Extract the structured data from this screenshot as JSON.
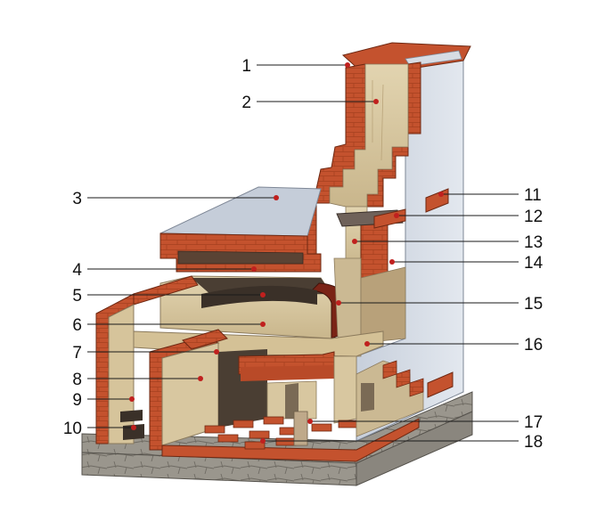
{
  "colors": {
    "brick": "#c4522e",
    "brick_dark": "#8e3018",
    "plaster": "#d6dde6",
    "plaster_shadow": "#aeb8c6",
    "interior": "#d8c7a0",
    "interior_dark": "#7a6a55",
    "soot": "#3a3028",
    "base_stone": "#9a968d",
    "marker": "#c0201e"
  },
  "labels": {
    "l1": "1",
    "l2": "2",
    "l3": "3",
    "l4": "4",
    "l5": "5",
    "l6": "6",
    "l7": "7",
    "l8": "8",
    "l9": "9",
    "l10": "10",
    "l11": "11",
    "l12": "12",
    "l13": "13",
    "l14": "14",
    "l15": "15",
    "l16": "16",
    "l17": "17",
    "l18": "18"
  }
}
